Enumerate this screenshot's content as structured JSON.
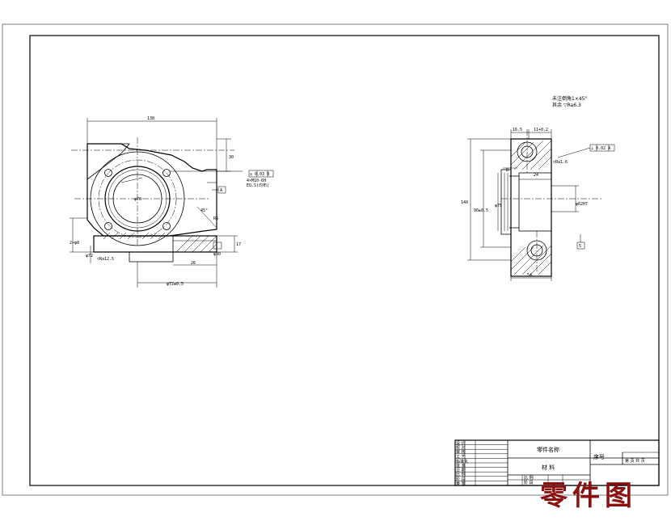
{
  "front_view": {
    "dims": {
      "width_top": "138",
      "height_right": "30",
      "tol_box": "◎ 0.03 B",
      "note1": "4×M10-6H",
      "note2": "EQ.S(均布)",
      "datum_a": "A",
      "angle": "45°",
      "radius": "R6",
      "bore": "φ70",
      "dia_left": "2×φ8",
      "rough": "▽Ra12.5",
      "phi": "φ72",
      "depth": "26",
      "width_bottom": "φ72±0.5",
      "h_small": "17",
      "r_small": "φ30"
    }
  },
  "side_view": {
    "notes": {
      "line1": "未注倒角1×45°",
      "line2": "其余 ▽Ra6.3"
    },
    "dims": {
      "top_left": "16.5",
      "top_right": "11+0.2",
      "total_height": "140",
      "inner_height": "90±0.5",
      "rough_b": "▽Ra1.6",
      "datum_b": "B",
      "tol_box": "⊥ 0.02 A",
      "inner_dia": "φ75",
      "depth": "24",
      "bore": "φ62H7",
      "width_bottom": "54",
      "small": "5"
    }
  },
  "title_block": {
    "part_name": "零件名称",
    "material": "材   料",
    "seq_label": "序号",
    "sheet_label": "第  页 共  页",
    "rows_left": [
      "设 计",
      "校 对",
      "审 核",
      "工 艺",
      "标准化",
      "批 准",
      "日 期",
      "比 例",
      "阶 段",
      "重 量"
    ],
    "scale_label": "比 例",
    "stage_label": "阶 段"
  },
  "stamp": "零件图"
}
